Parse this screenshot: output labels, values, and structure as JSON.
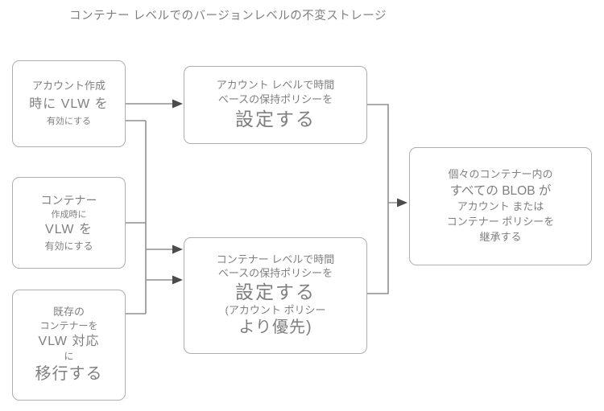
{
  "title": "コンテナー レベルでのバージョンレベルの不変ストレージ",
  "nodes": {
    "account_create": {
      "lines": [
        "アカウント作成",
        "時に VLW を",
        "有効にする"
      ]
    },
    "container_create": {
      "lines": [
        "コンテナー",
        "作成時に",
        "VLW を",
        "有効にする"
      ]
    },
    "existing_container": {
      "lines": [
        "既存の",
        "コンテナーを",
        "VLW 対応",
        "に",
        "移行する"
      ]
    },
    "account_policy": {
      "lines": [
        "アカウント レベルで時間",
        "ベースの保持ポリシーを",
        "設定する"
      ]
    },
    "container_policy": {
      "lines": [
        "コンテナー レベルで時間",
        "ベースの保持ポリシーを",
        "設定する",
        "(アカウント ポリシー",
        "より優先)"
      ]
    },
    "inherit": {
      "lines": [
        "個々のコンテナー内の",
        "すべての BLOB が",
        "アカウント または",
        "コンテナー ポリシーを",
        "継承する"
      ]
    }
  },
  "colors": {
    "box_border": "#aeaeae",
    "text": "#7f7f7f",
    "connector_line": "#8f8f8f",
    "arrowhead": "#4b4b4b"
  }
}
